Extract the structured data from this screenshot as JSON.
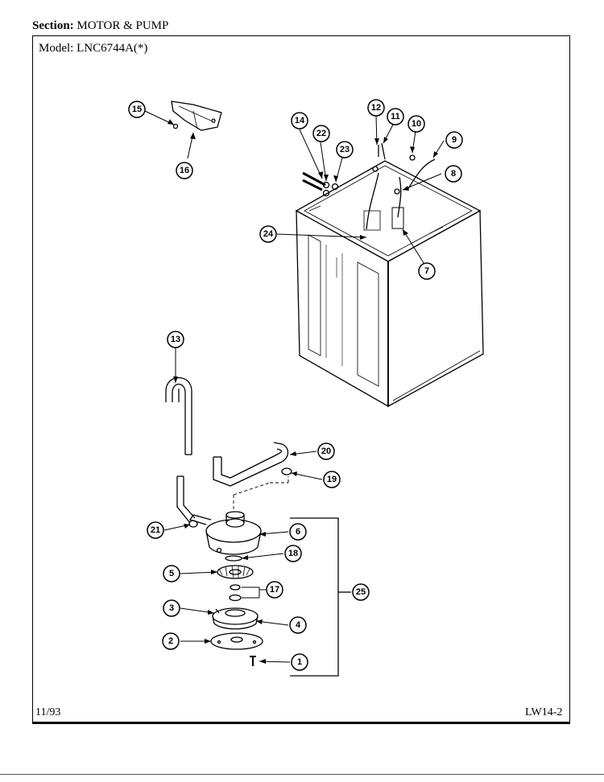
{
  "header": {
    "section_label": "Section:",
    "section_value": "MOTOR & PUMP",
    "model_label": "Model:",
    "model_value": "LNC6744A(*)"
  },
  "footer": {
    "date": "11/93",
    "page_code": "LW14-2"
  },
  "callouts": [
    "1",
    "2",
    "3",
    "4",
    "5",
    "6",
    "7",
    "8",
    "9",
    "10",
    "11",
    "12",
    "13",
    "14",
    "15",
    "16",
    "17",
    "18",
    "19",
    "20",
    "21",
    "22",
    "23",
    "24",
    "25"
  ]
}
